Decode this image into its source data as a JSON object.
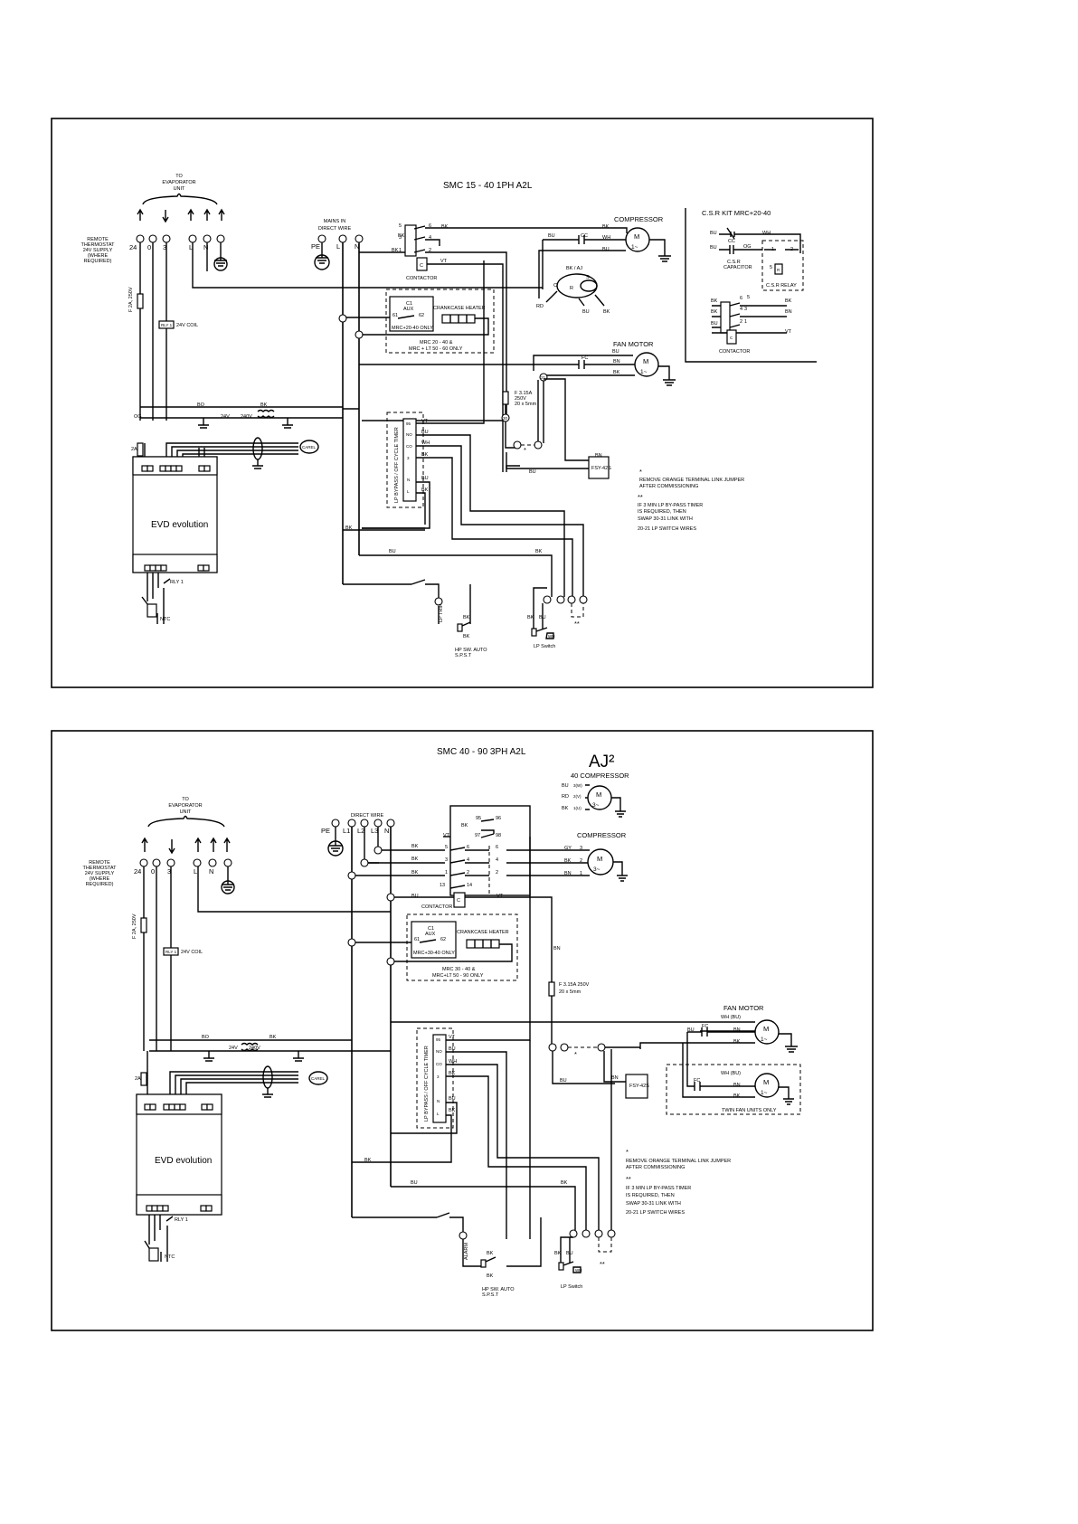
{
  "d1": {
    "title": "SMC 15 - 40 1PH A2L",
    "evap": [
      "TO",
      "EVAPORATOR",
      "UNIT"
    ],
    "remote": [
      "REMOTE",
      "THERMOSTAT",
      "24V SUPPLY",
      "(WHERE",
      "REQUIRED)"
    ],
    "terms": [
      "24",
      "0",
      "3",
      "L",
      "N",
      "PE"
    ],
    "mains": [
      "MAINS IN",
      "DIRECT WIRE"
    ],
    "mains_terms": [
      "PE",
      "L",
      "N"
    ],
    "compressor": "COMPRESSOR",
    "contactor": "CONTACTOR",
    "crankcase": "CRANKCASE HEATER",
    "c1": "C1",
    "aux": "AUX",
    "mrc_only": "MRC+20-40 ONLY",
    "mrc_note": [
      "MRC 20 - 40  &",
      "MRC + LT 50 - 60  ONLY"
    ],
    "fan_motor": "FAN MOTOR",
    "fuse_note": [
      "F 3.15A",
      "250V",
      "20 x 5mm"
    ],
    "fsy": "FSY-42S",
    "notes": [
      "REMOVE ORANGE TERMINAL LINK JUMPER",
      "AFTER COMMISSIONING",
      "IF 3 MIN LP BY-PASS TIMER",
      "IS REQUIRED, THEN",
      "SWAP 30-31 LINK WITH",
      "20-21 LP SWITCH WIRES"
    ],
    "evd": "EVD evolution",
    "rly": "RLY 1",
    "coil": "24V COIL",
    "fuse2": "F 2A, 250V",
    "lp_trip": "LP TRIP",
    "hp_sw": [
      "HP SW. AUTO",
      "S.P.S.T"
    ],
    "lp_switch": "LP Switch",
    "timer": "LP BYPASS / OFF CYCLE TIMER",
    "ntc": "NTC",
    "carel": "CAREL",
    "v24": "24V",
    "v240": "240V",
    "csr_title": "C.S.R KIT MRC+20-40",
    "csr_cap": [
      "C.S.R",
      "CAPACITOR"
    ],
    "csr_relay": "C.S.R RELAY",
    "csr_contactor": "CONTACTOR"
  },
  "d2": {
    "title": "SMC 40 - 90 3PH A2L",
    "aj": "AJ²",
    "aj_comp": "40 COMPRESSOR",
    "compressor": "COMPRESSOR",
    "evap": [
      "TO",
      "EVAPORATOR",
      "UNIT"
    ],
    "remote": [
      "REMOTE",
      "THERMOSTAT",
      "24V SUPPLY",
      "(WHERE",
      "REQUIRED)"
    ],
    "direct": "DIRECT WIRE",
    "mains_terms": [
      "PE",
      "L1",
      "L2",
      "L3",
      "N"
    ],
    "contactor": "CONTACTOR",
    "crankcase": "CRANKCASE HEATER",
    "c1": "C1",
    "aux": "AUX",
    "mrc_only": "MRC+30-40 ONLY",
    "mrc_note": [
      "MRC 30 - 40  &",
      "MRC+LT 50 - 90 ONLY"
    ],
    "fuse_note": [
      "F 3.15A  250V",
      "20 x 5mm"
    ],
    "fan_motor": "FAN MOTOR",
    "twin": "TWIN FAN UNITS ONLY",
    "fsy": "FSY-42S",
    "notes": [
      "REMOVE ORANGE TERMINAL LINK JUMPER",
      "AFTER COMMISSIONING",
      "IF 3 MIN LP BY-PASS TIMER",
      "IS REQUIRED, THEN",
      "SWAP 30-31 LINK WITH",
      "20-21 LP SWITCH WIRES"
    ],
    "evd": "EVD evolution",
    "rly": "RLY 1",
    "coil": "24V COIL",
    "fuse2": "F 2A, 250V",
    "alarm": "ALARM",
    "hp_sw": [
      "HP SW. AUTO",
      "S.P.S.T"
    ],
    "lp_switch": "LP Switch",
    "timer": "LP BYPASS / OFF CYCLE TIMER",
    "ntc": "NTC",
    "carel": "CAREL"
  }
}
